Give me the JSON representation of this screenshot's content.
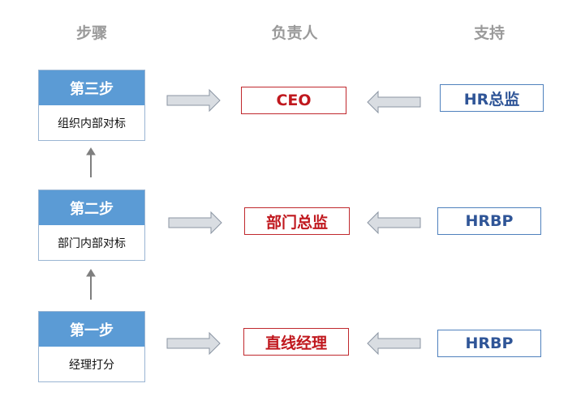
{
  "headers": {
    "steps": "步骤",
    "owner": "负责人",
    "support": "支持"
  },
  "steps": [
    {
      "title": "第三步",
      "desc": "组织内部对标"
    },
    {
      "title": "第二步",
      "desc": "部门内部对标"
    },
    {
      "title": "第一步",
      "desc": "经理打分"
    }
  ],
  "owners": [
    "CEO",
    "部门总监",
    "直线经理"
  ],
  "supports": [
    "HR总监",
    "HRBP",
    "HRBP"
  ],
  "colors": {
    "step_header": "#5b9bd5",
    "owner_red": "#c0181e",
    "support_blue": "#2f5597",
    "arrow_fill": "#d9dde2",
    "header_gray": "#9a9a9a"
  }
}
